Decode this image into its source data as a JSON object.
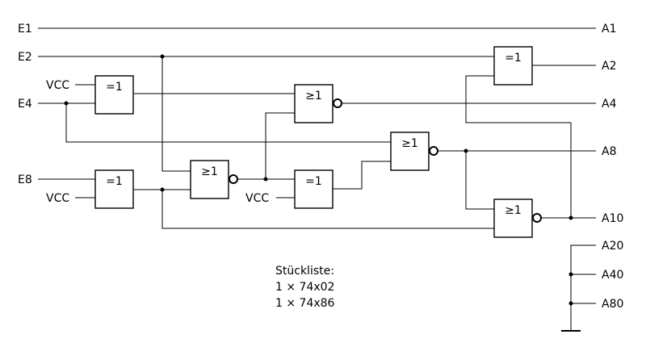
{
  "inputs": {
    "E1": "E1",
    "E2": "E2",
    "E4": "E4",
    "E8": "E8"
  },
  "outputs": {
    "A1": "A1",
    "A2": "A2",
    "A4": "A4",
    "A8": "A8",
    "A10": "A10",
    "A20": "A20",
    "A40": "A40",
    "A80": "A80"
  },
  "vcc": "VCC",
  "gate_symbols": {
    "xor": "=1",
    "nor": "≥1"
  },
  "parts_list": {
    "title": "Stückliste:",
    "items": [
      "1 × 74x02",
      "1 × 74x86"
    ]
  }
}
